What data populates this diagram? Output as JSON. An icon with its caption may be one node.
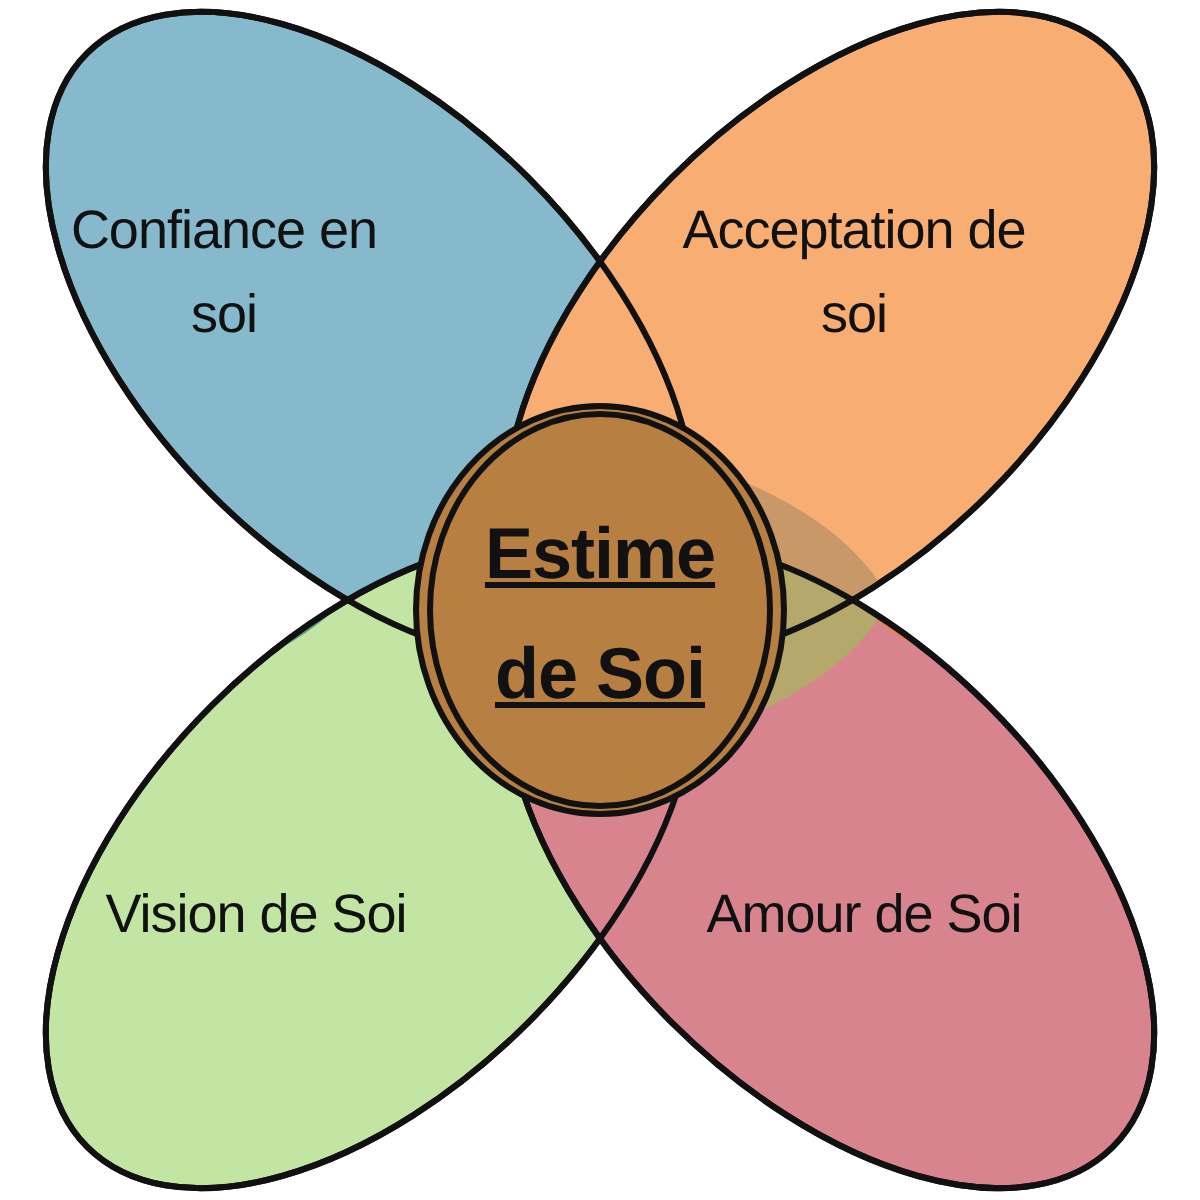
{
  "diagram": {
    "nodes": [
      {
        "text": [
          "Confiance en soi"
        ]
      },
      {
        "text": [
          "Acceptation de soi"
        ]
      },
      {
        "text": [
          "Vision de Soi"
        ]
      },
      {
        "text": [
          "Amour de Soi"
        ]
      },
      {
        "text": [
          "Estime de Soi"
        ]
      }
    ]
  }
}
